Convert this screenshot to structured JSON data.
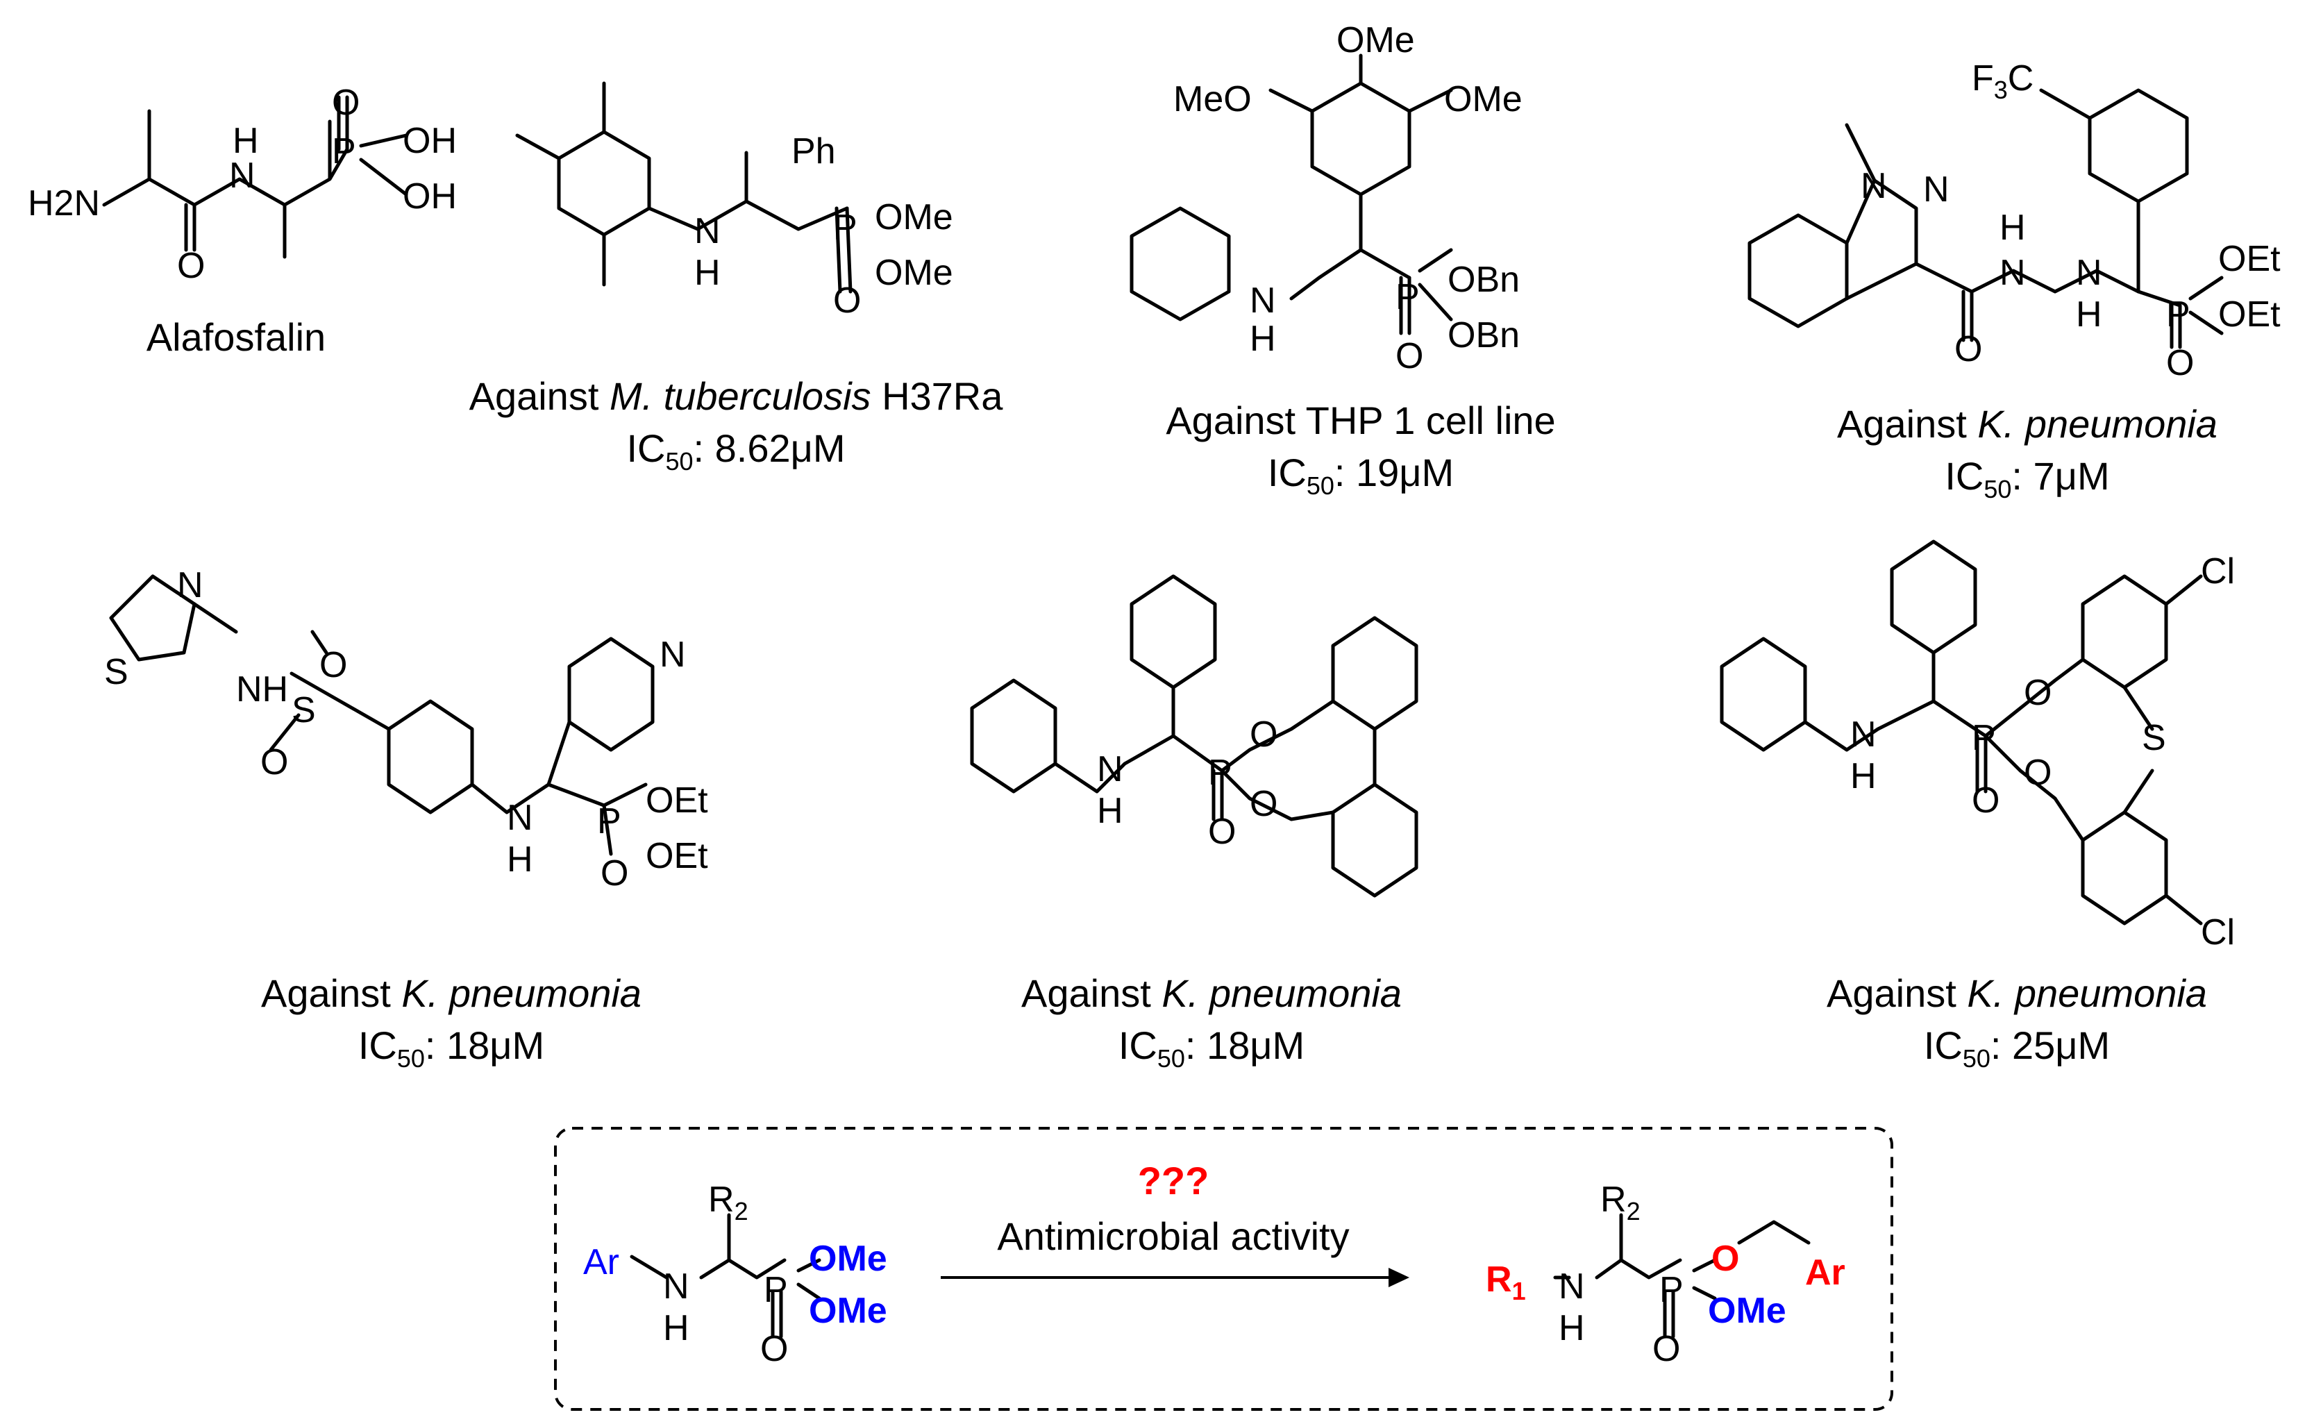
{
  "compounds": [
    {
      "caption": "Alafosfalin",
      "atoms": {
        "nh2": "H2N",
        "nh": "N",
        "h": "H",
        "o": "O",
        "p": "P",
        "o2": "O",
        "oh1": "OH",
        "oh2": "OH"
      }
    },
    {
      "caption_prefix": "Against ",
      "caption_italic": "M. tuberculosis",
      "caption_suffix": " H37Ra",
      "ic50": ": 8.62μM",
      "atoms": {
        "ph": "Ph",
        "n": "N",
        "h": "H",
        "p": "P",
        "o": "O",
        "ome1": "OMe",
        "ome2": "OMe"
      }
    },
    {
      "caption_prefix": "Against THP 1 cell line",
      "ic50": ": 19μM",
      "atoms": {
        "ome_top": "OMe",
        "meo": "MeO",
        "ome_r": "OMe",
        "n": "N",
        "h": "H",
        "p": "P",
        "o": "O",
        "obn1": "OBn",
        "obn2": "OBn"
      }
    },
    {
      "caption_prefix": "Against ",
      "caption_italic": "K. pneumonia",
      "ic50": ": 7μM",
      "atoms": {
        "cf3": "F3C",
        "n1": "N",
        "n2": "N",
        "o": "O",
        "nh1": "N",
        "h1": "H",
        "nh2": "N",
        "h2": "H",
        "p": "P",
        "o2": "O",
        "oet1": "OEt",
        "oet2": "OEt"
      }
    },
    {
      "caption_prefix": "Against ",
      "caption_italic": "K. pneumonia",
      "ic50": ": 18μM",
      "atoms": {
        "thz_n": "N",
        "thz_s": "S",
        "nh": "NH",
        "s": "S",
        "o1": "O",
        "o2": "O",
        "pyr_n": "N",
        "n": "N",
        "h": "H",
        "p": "P",
        "o": "O",
        "oet1": "OEt",
        "oet2": "OEt"
      }
    },
    {
      "caption_prefix": "Against ",
      "caption_italic": "K. pneumonia",
      "ic50": ": 18μM",
      "atoms": {
        "n": "N",
        "h": "H",
        "p": "P",
        "o": "O",
        "o1": "O",
        "o2": "O"
      }
    },
    {
      "caption_prefix": "Against ",
      "caption_italic": "K. pneumonia",
      "ic50": ": 25μM",
      "atoms": {
        "n": "N",
        "h": "H",
        "p": "P",
        "o": "O",
        "o1": "O",
        "o2": "O",
        "s": "S",
        "cl1": "Cl",
        "cl2": "Cl"
      }
    }
  ],
  "ic50_label": "IC",
  "ic50_sub": "50",
  "scheme": {
    "question": "???",
    "arrow_label": "Antimicrobial activity",
    "left": {
      "ar": "Ar",
      "n": "N",
      "h": "H",
      "r2": "R",
      "r2_sub": "2",
      "p": "P",
      "o": "O",
      "ome1": "OMe",
      "ome2": "OMe"
    },
    "right": {
      "r1": "R",
      "r1_sub": "1",
      "n": "N",
      "h": "H",
      "r2": "R",
      "r2_sub": "2",
      "p": "P",
      "o": "O",
      "o_ester": "O",
      "ar": "Ar",
      "ome": "OMe"
    },
    "colors": {
      "red": "#ff0000",
      "blue": "#0000ff"
    }
  }
}
